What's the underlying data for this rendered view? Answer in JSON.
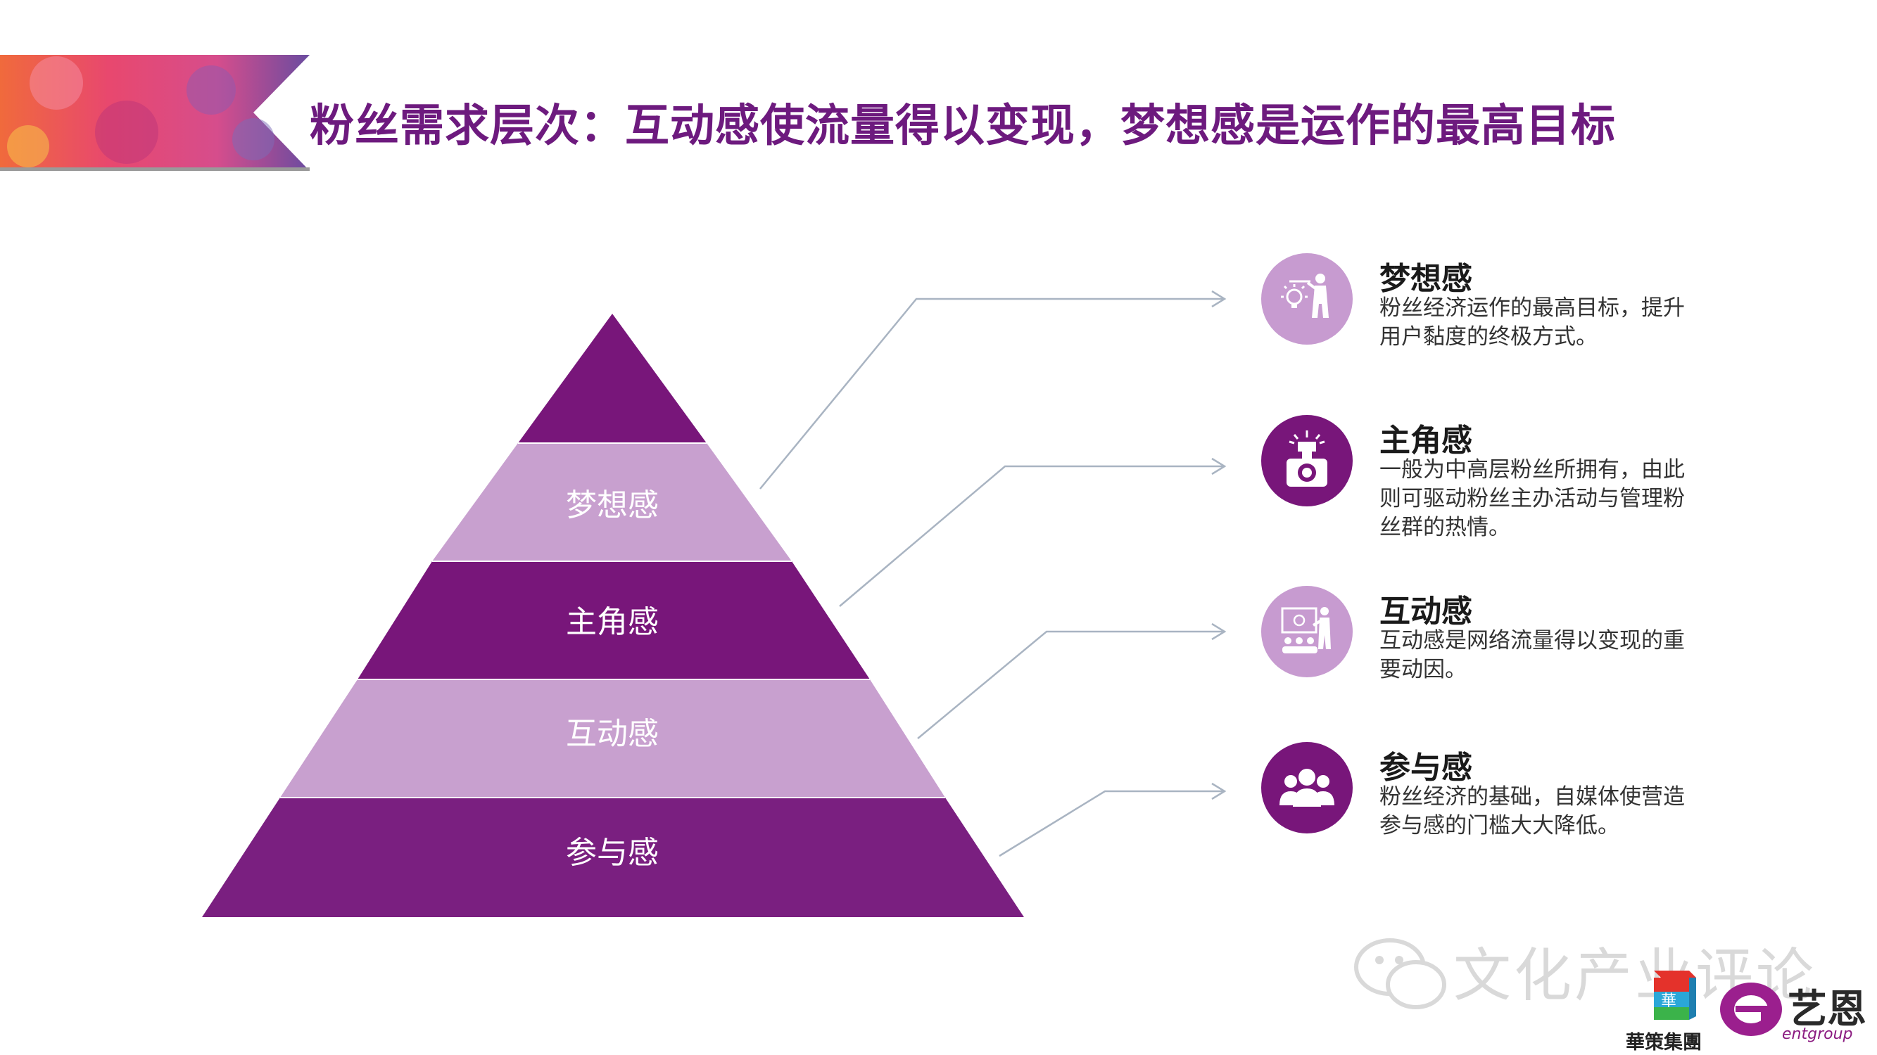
{
  "title": "粉丝需求层次：互动感使流量得以变现，梦想感是运作的最高目标",
  "colors": {
    "dark_purple": "#78167a",
    "light_purple": "#c8a0cf",
    "title_purple": "#6d1a7e",
    "line_gray": "#a9b4c2"
  },
  "pyramid": {
    "tiers": [
      {
        "label": "",
        "color": "#78167a"
      },
      {
        "label": "梦想感",
        "color": "#c8a0cf"
      },
      {
        "label": "主角感",
        "color": "#78167a"
      },
      {
        "label": "互动感",
        "color": "#c8a0cf"
      },
      {
        "label": "参与感",
        "color": "#7a1f80"
      }
    ]
  },
  "items": [
    {
      "title": "梦想感",
      "desc": "粉丝经济运作的最高目标，提升用户黏度的终极方式。",
      "icon": "presenter-lightbulb-icon",
      "icon_bg": "#c79bd0"
    },
    {
      "title": "主角感",
      "desc": "一般为中高层粉丝所拥有，由此则可驱动粉丝主办活动与管理粉丝群的热情。",
      "icon": "camera-flash-icon",
      "icon_bg": "#78167a"
    },
    {
      "title": "互动感",
      "desc": "互动感是网络流量得以变现的重要动因。",
      "icon": "presentation-audience-icon",
      "icon_bg": "#c79bd0"
    },
    {
      "title": "参与感",
      "desc": "粉丝经济的基础，自媒体使营造参与感的门槛大大降低。",
      "icon": "group-people-icon",
      "icon_bg": "#78167a"
    }
  ],
  "watermark": "文化产业评论",
  "logos": {
    "huace": "華策集團",
    "ent_cn": "艺恩",
    "ent_en": "entgroup"
  }
}
